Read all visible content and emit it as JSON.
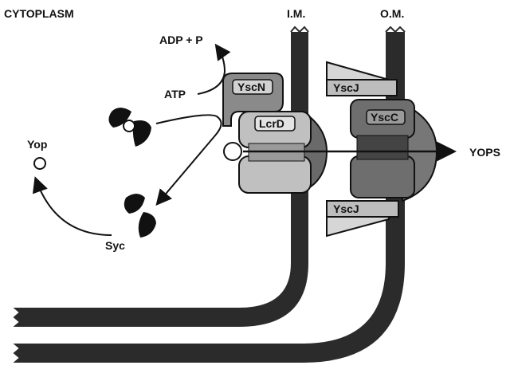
{
  "labels": {
    "cytoplasm": "CYTOPLASM",
    "im": "I.M.",
    "om": "O.M.",
    "adp": "ADP + P",
    "atp": "ATP",
    "yop": "Yop",
    "syc": "Syc",
    "yops": "YOPS"
  },
  "proteins": {
    "yscn": "YscN",
    "lcrd": "LcrD",
    "yscc": "YscC",
    "yscj_top": "YscJ",
    "yscj_bottom": "YscJ"
  }
}
